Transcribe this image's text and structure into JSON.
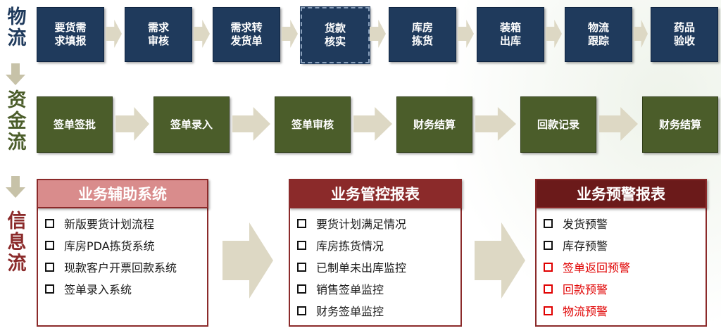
{
  "row_labels": {
    "logistics": [
      "物",
      "流"
    ],
    "capital": [
      "资",
      "金",
      "流"
    ],
    "information": [
      "信",
      "息",
      "流"
    ]
  },
  "logistics_steps": [
    {
      "line1": "要货需",
      "line2": "求填报"
    },
    {
      "line1": "需求",
      "line2": "审核"
    },
    {
      "line1": "需求转",
      "line2": "发货单"
    },
    {
      "line1": "货款",
      "line2": "核实"
    },
    {
      "line1": "库房",
      "line2": "拣货"
    },
    {
      "line1": "装箱",
      "line2": "出库"
    },
    {
      "line1": "物流",
      "line2": "跟踪"
    },
    {
      "line1": "药品",
      "line2": "验收"
    }
  ],
  "capital_steps": [
    "签单签批",
    "签单录入",
    "签单审核",
    "财务结算",
    "回款记录",
    "财务结算"
  ],
  "panels": {
    "aux": {
      "title": "业务辅助系统",
      "items": [
        "新版要货计划流程",
        "库房PDA拣货系统",
        "现款客户开票回款系统",
        "签单录入系统"
      ]
    },
    "control": {
      "title": "业务管控报表",
      "items": [
        "要货计划满足情况",
        "库房拣货情况",
        "已制单未出库监控",
        "销售签单监控",
        "财务签单监控"
      ]
    },
    "warning": {
      "title": "业务预警报表",
      "items": [
        "发货预警",
        "库存预警",
        "签单返回预警",
        "回款预警",
        "物流预警"
      ]
    }
  },
  "colors": {
    "navy": "#1f3a5c",
    "olive": "#4b5d2a",
    "arrow": "#ddd8c4",
    "panel_border": "#8b2a2a",
    "aux_head": "#d98c8c",
    "control_head": "#8b2a2a",
    "warning_head": "#6b1a1a",
    "alert_text": "#e00000"
  }
}
